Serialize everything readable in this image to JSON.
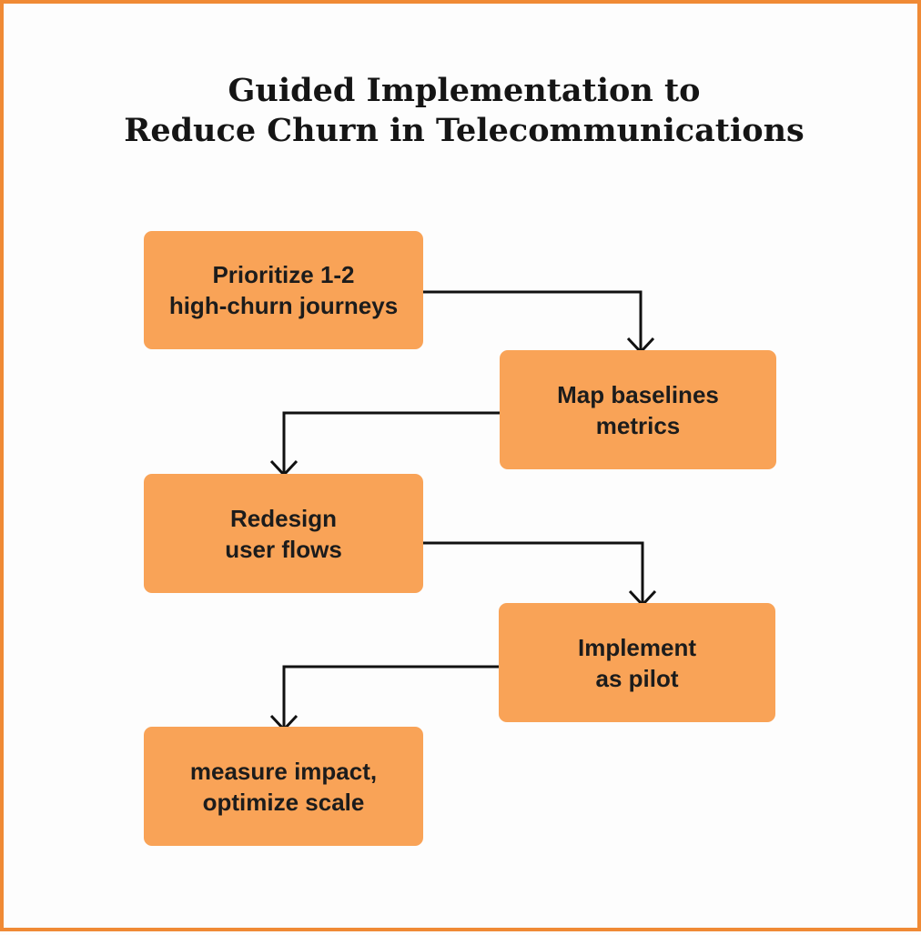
{
  "title": {
    "line1": "Guided Implementation to",
    "line2": "Reduce Churn in Telecommunications"
  },
  "colors": {
    "border": "#f08a35",
    "box_fill": "#f9a357",
    "text": "#1c1c1c",
    "arrow": "#111111"
  },
  "steps": [
    {
      "line1": "Prioritize 1-2",
      "line2": "high-churn journeys"
    },
    {
      "line1": "Map baselines",
      "line2": "metrics"
    },
    {
      "line1": "Redesign",
      "line2": "user flows"
    },
    {
      "line1": "Implement",
      "line2": "as pilot"
    },
    {
      "line1": "measure impact,",
      "line2": "optimize scale"
    }
  ]
}
